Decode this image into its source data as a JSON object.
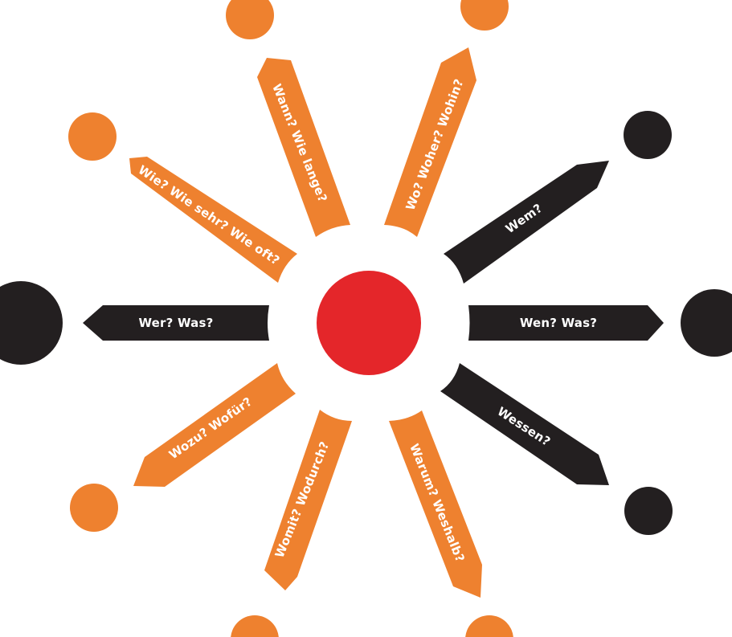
{
  "colors": {
    "hub": "#e4262a",
    "orange": "#ee812f",
    "black": "#231f20",
    "label": "#ffffff",
    "background": "#ffffff"
  },
  "rays": [
    {
      "id": "wer-was",
      "label": "Wer? Was?",
      "color": "black"
    },
    {
      "id": "wie-sehr",
      "label": "Wie? Wie sehr? Wie oft?",
      "color": "orange"
    },
    {
      "id": "wann",
      "label": "Wann? Wie lange?",
      "color": "orange"
    },
    {
      "id": "wo",
      "label": "Wo? Woher? Wohin?",
      "color": "orange"
    },
    {
      "id": "wem",
      "label": "Wem?",
      "color": "black"
    },
    {
      "id": "wen-was",
      "label": "Wen? Was?",
      "color": "black"
    },
    {
      "id": "wessen",
      "label": "Wessen?",
      "color": "black"
    },
    {
      "id": "warum",
      "label": "Warum? Weshalb?",
      "color": "orange"
    },
    {
      "id": "womit",
      "label": "Womit? Wodurch?",
      "color": "orange"
    },
    {
      "id": "wozu",
      "label": "Wozu? Wofür?",
      "color": "orange"
    }
  ]
}
